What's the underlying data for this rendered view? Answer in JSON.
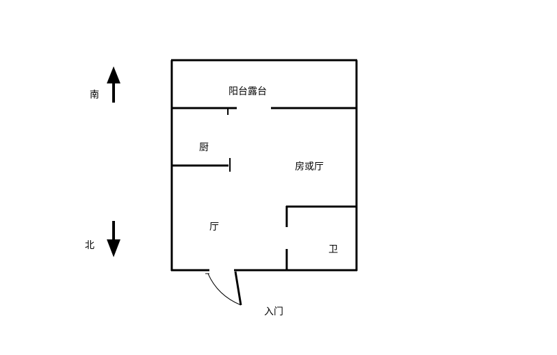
{
  "rooms": {
    "balcony": "阳台露台",
    "kitchen": "厨",
    "bedroom_or_living": "房或厅",
    "living": "厅",
    "bathroom": "卫",
    "entrance": "入门"
  },
  "compass": {
    "south": "南",
    "north": "北"
  }
}
